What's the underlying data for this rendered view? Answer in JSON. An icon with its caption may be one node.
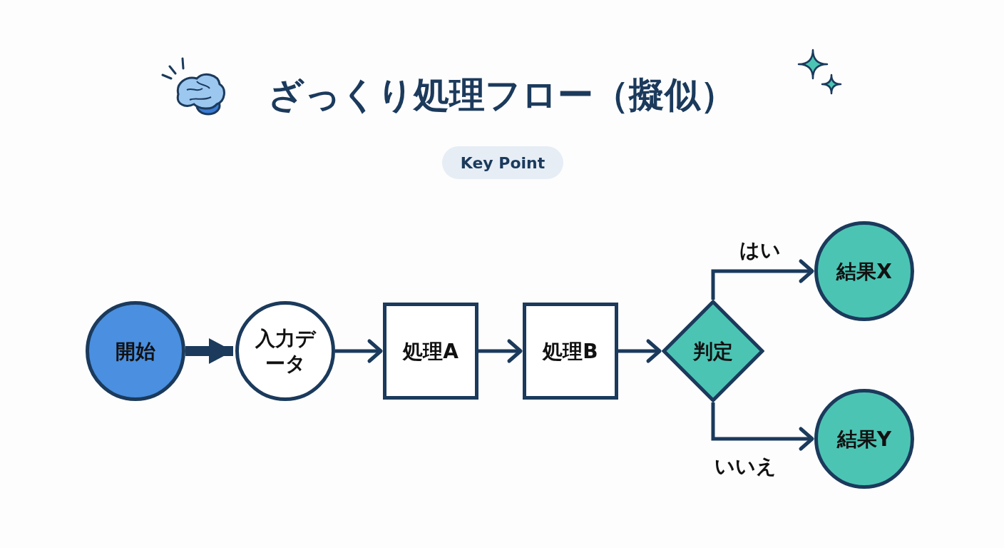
{
  "diagram": {
    "title": "ざっくり処理フロー（擬似）",
    "nodes": [
      {
        "text": [
          "開始"
        ]
      },
      {
        "text": [
          "入力データ"
        ]
      },
      {
        "text": [
          "処理A"
        ]
      },
      {
        "text": [
          "処理B"
        ]
      },
      {
        "text": [
          "判定"
        ]
      },
      {
        "text": [
          "結果X"
        ]
      },
      {
        "text": [
          "結果Y"
        ]
      }
    ],
    "edges": [
      {
        "from": 0,
        "to": 1,
        "arrow": "to",
        "style": "thick"
      },
      {
        "from": 1,
        "to": 2,
        "arrow": "to"
      },
      {
        "from": 2,
        "to": 3,
        "arrow": "to"
      },
      {
        "from": 3,
        "to": 4,
        "arrow": "to"
      },
      {
        "from": 4,
        "to": 5,
        "arrow": "to",
        "label": "はい"
      },
      {
        "from": 4,
        "to": 6,
        "arrow": "to",
        "label": "いいえ"
      }
    ],
    "labels": [
      "Key Point"
    ]
  }
}
